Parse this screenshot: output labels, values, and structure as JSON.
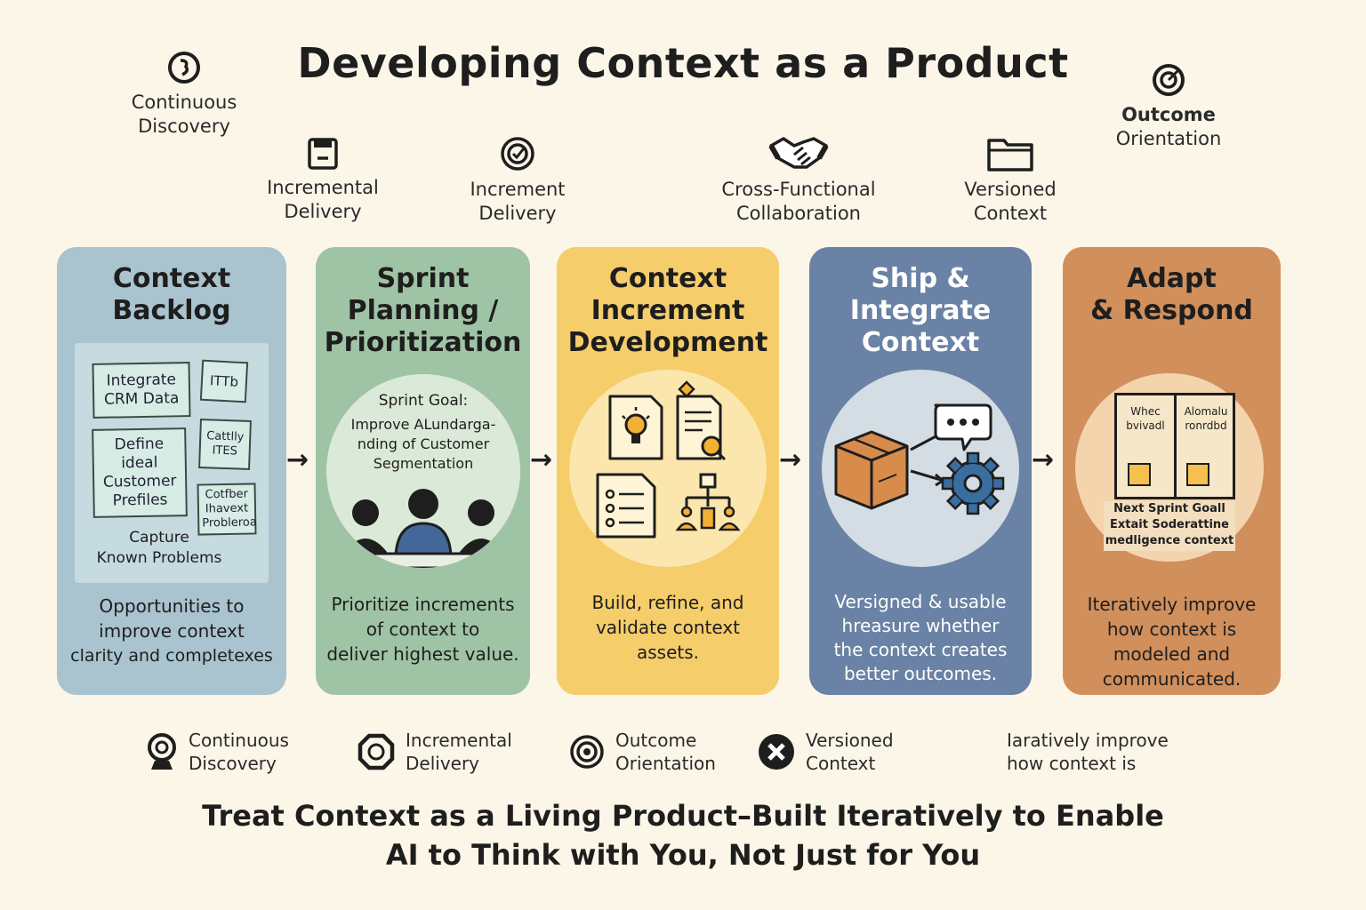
{
  "title": "Developing Context as a Product",
  "top_labels": [
    {
      "line1": "Continuous",
      "line2": "Discovery",
      "icon": "spiral-icon"
    },
    {
      "line1": "Incremental",
      "line2": "Delivery",
      "icon": "save-icon"
    },
    {
      "line1": "Increment",
      "line2": "Delivery",
      "icon": "target-icon"
    },
    {
      "line1": "Cross-Functional",
      "line2": "Collaboration",
      "icon": "handshake-icon"
    },
    {
      "line1": "Versioned",
      "line2": "Context",
      "icon": "folder-icon"
    },
    {
      "line1": "Outcome",
      "line2": "Orientation",
      "icon": "target-icon"
    }
  ],
  "cards": [
    {
      "title_l1": "Context",
      "title_l2": "Backlog",
      "notes": [
        "Integrate CRM Data",
        "ITTb",
        "Define ideal Customer Prefiles",
        "Cattlly ITES",
        "Cotfber Ihavext Probleroa"
      ],
      "capture_l1": "Capture",
      "capture_l2": "Known Problems",
      "desc_l1": "Opportunities to",
      "desc_l2": "improve context",
      "desc_l3": "clarity and completexes",
      "color": "#a9c3cf"
    },
    {
      "title_l1": "Sprint",
      "title_l2": "Planning /",
      "title_l3": "Prioritization",
      "goal_label": "Sprint Goal:",
      "goal_l1": "Improve ALundarga-",
      "goal_l2": "nding of Customer",
      "goal_l3": "Segmentation",
      "desc_l1": "Prioritize increments",
      "desc_l2": "of context to",
      "desc_l3": "deliver highest value.",
      "color": "#9fc4a5"
    },
    {
      "title_l1": "Context",
      "title_l2": "Increment",
      "title_l3": "Development",
      "desc_l1": "Build, refine, and",
      "desc_l2": "validate context",
      "desc_l3": "assets.",
      "color": "#f5cd6a"
    },
    {
      "title_l1": "Ship &",
      "title_l2": "Integrate",
      "title_l3": "Context",
      "desc_l1": "Versigned & usable",
      "desc_l2": "hreasure whether",
      "desc_l3": "the context creates",
      "desc_l4": "better outcomes.",
      "color": "#6982a5"
    },
    {
      "title_l1": "Adapt",
      "title_l2": "& Respond",
      "page_left": "Whec bvivadl",
      "page_right": "Alomalu ronrdbd",
      "paper_l1": "Next Sprint Goall",
      "paper_l2": "Extait Soderattine",
      "paper_l3": "medligence context",
      "desc_l1": "Iteratively improve",
      "desc_l2": "how context is",
      "desc_l3": "modeled and",
      "desc_l4": "communicated.",
      "color": "#d18f5c"
    }
  ],
  "bottom_labels": [
    {
      "line1": "Continuous",
      "line2": "Discovery",
      "icon": "webcam-icon"
    },
    {
      "line1": "Incremental",
      "line2": "Delivery",
      "icon": "hexagon-icon"
    },
    {
      "line1": "Outcome",
      "line2": "Orientation",
      "icon": "target-icon"
    },
    {
      "line1": "Versioned",
      "line2": "Context",
      "icon": "close-circle-icon"
    },
    {
      "line1": "Iaratively improve",
      "line2": "how context is"
    }
  ],
  "footer": {
    "line1": "Treat Context as a Living Product–Built Iteratively to Enable",
    "line2": "AI to Think with You, Not Just for You"
  }
}
